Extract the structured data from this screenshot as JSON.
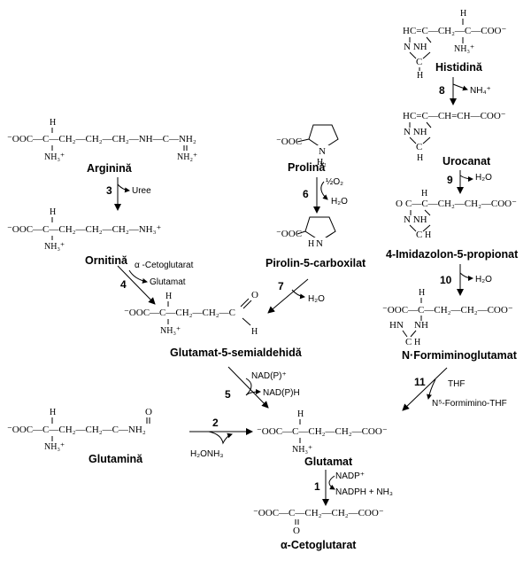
{
  "compounds": {
    "histidine": {
      "name": "Histidină",
      "top": "HC=C—CH₂—C—COO⁻",
      "h": "H",
      "ring": "N    NH",
      "ring_c": "C",
      "ring_h": "H",
      "nh3": "NH₃⁺"
    },
    "arginine": {
      "name": "Arginină",
      "h": "H",
      "main": "⁻OOC—C—CH₂—CH₂—CH₂—NH—C—NH₂",
      "nh3": "NH₃⁺",
      "nh2": "NH₂⁺"
    },
    "proline": {
      "name": "Prolină",
      "main": "⁻OOC",
      "nh": "N",
      "h2": "H₂"
    },
    "urocanate": {
      "name": "Urocanat",
      "top": "HC=C—CH=CH—COO⁻",
      "ring": "N    NH",
      "ring_c": "C",
      "ring_h": "H"
    },
    "ornithine": {
      "name": "Ornitină",
      "h": "H",
      "main": "⁻OOC—C—CH₂—CH₂—CH₂—NH₃⁺",
      "nh3": "NH₃⁺"
    },
    "pyrroline": {
      "name": "Pirolin-5-carboxilat",
      "main": "⁻OOC",
      "nh": "N",
      "h": "H"
    },
    "imidazolone": {
      "name": "4-Imidazolon-5-propionat",
      "o": "O",
      "h": "H",
      "top": "C—C—CH₂—CH₂—COO⁻",
      "ring": "N    NH",
      "ring_c": "C",
      "ring_h": "H"
    },
    "glutamate_semialdehyde": {
      "name": "Glutamat-5-semialdehidă",
      "h": "H",
      "main": "⁻OOC—C—CH₂—CH₂—C",
      "o": "O",
      "h2": "H",
      "nh3": "NH₃⁺"
    },
    "formiminoglutamate": {
      "name": "N·Formiminoglutamat",
      "h": "H",
      "main": "⁻OOC—C—CH₂—CH₂—COO⁻",
      "hn": "HN",
      "nh": "NH",
      "ch": "C",
      "chh": "H"
    },
    "glutamine": {
      "name": "Glutamină",
      "h": "H",
      "main": "⁻OOC—C—CH₂—CH₂—C—NH₂",
      "o": "O",
      "nh3": "NH₃⁺"
    },
    "glutamate": {
      "name": "Glutamat",
      "h": "H",
      "main": "⁻OOC—C—CH₂—CH₂—COO⁻",
      "nh3": "NH₃⁺"
    },
    "alpha_ketoglutarate": {
      "name": "α-Cetoglutarat",
      "main": "⁻OOC—C—CH₂—CH₂—COO⁻",
      "o": "O"
    }
  },
  "steps": {
    "s1": {
      "num": "1",
      "in": "NADP⁺",
      "out": "NADPH + NH₃"
    },
    "s2": {
      "num": "2",
      "out": "H₂ONH₃"
    },
    "s3": {
      "num": "3",
      "out": "Uree"
    },
    "s4": {
      "num": "4",
      "in": "α -Cetoglutarat",
      "out": "Glutamat"
    },
    "s5": {
      "num": "5",
      "in": "NAD(P)⁺",
      "out": "NAD(P)H"
    },
    "s6": {
      "num": "6",
      "in": "½O₂",
      "out": "H₂O"
    },
    "s7": {
      "num": "7",
      "out": "H₂O"
    },
    "s8": {
      "num": "8",
      "out": "NH₄⁺"
    },
    "s9": {
      "num": "9",
      "out": "H₂O"
    },
    "s10": {
      "num": "10",
      "out": "H₂O"
    },
    "s11": {
      "num": "11",
      "in": "THF",
      "out": "N⁵-Formimino-THF"
    }
  }
}
